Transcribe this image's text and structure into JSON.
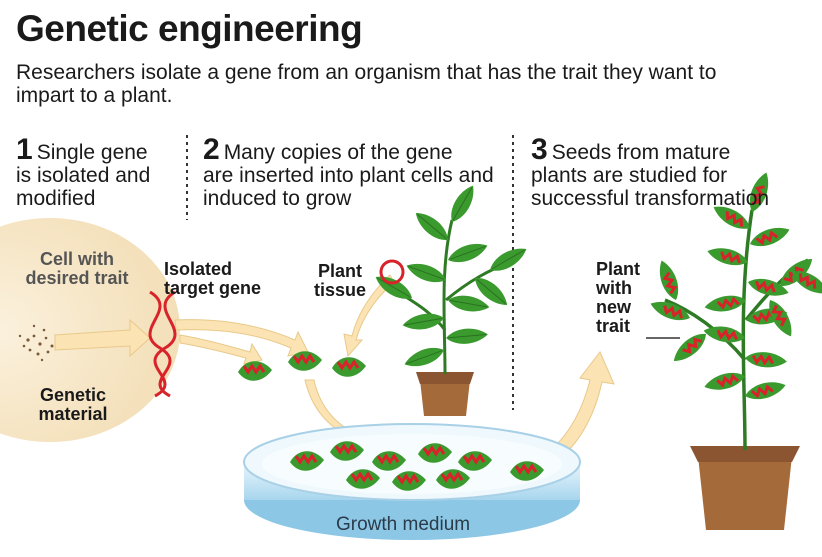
{
  "title": "Genetic engineering",
  "subtitle": "Researchers isolate a gene from an organism that has the trait they want to impart to a plant.",
  "steps": [
    {
      "number": "1",
      "text_line1": "Single gene",
      "text_rest": "is isolated and modified"
    },
    {
      "number": "2",
      "text_line1": "Many copies of the gene",
      "text_rest": "are inserted into plant cells and induced to grow"
    },
    {
      "number": "3",
      "text_line1": "Seeds from mature",
      "text_rest": "plants are studied for successful transformation"
    }
  ],
  "labels": {
    "cell": "Cell with desired trait",
    "genetic_material": "Genetic material",
    "isolated_gene": "Isolated target gene",
    "plant_tissue": "Plant tissue",
    "plant_new_trait": "Plant with new trait",
    "growth_medium": "Growth medium"
  },
  "colors": {
    "cell": "#f6e7c9",
    "arrow": "#fbe3b3",
    "leaf": "#3a9a2e",
    "gene": "#d8232a",
    "pot": "#a56a3a",
    "dish": "#cfe8f5"
  }
}
